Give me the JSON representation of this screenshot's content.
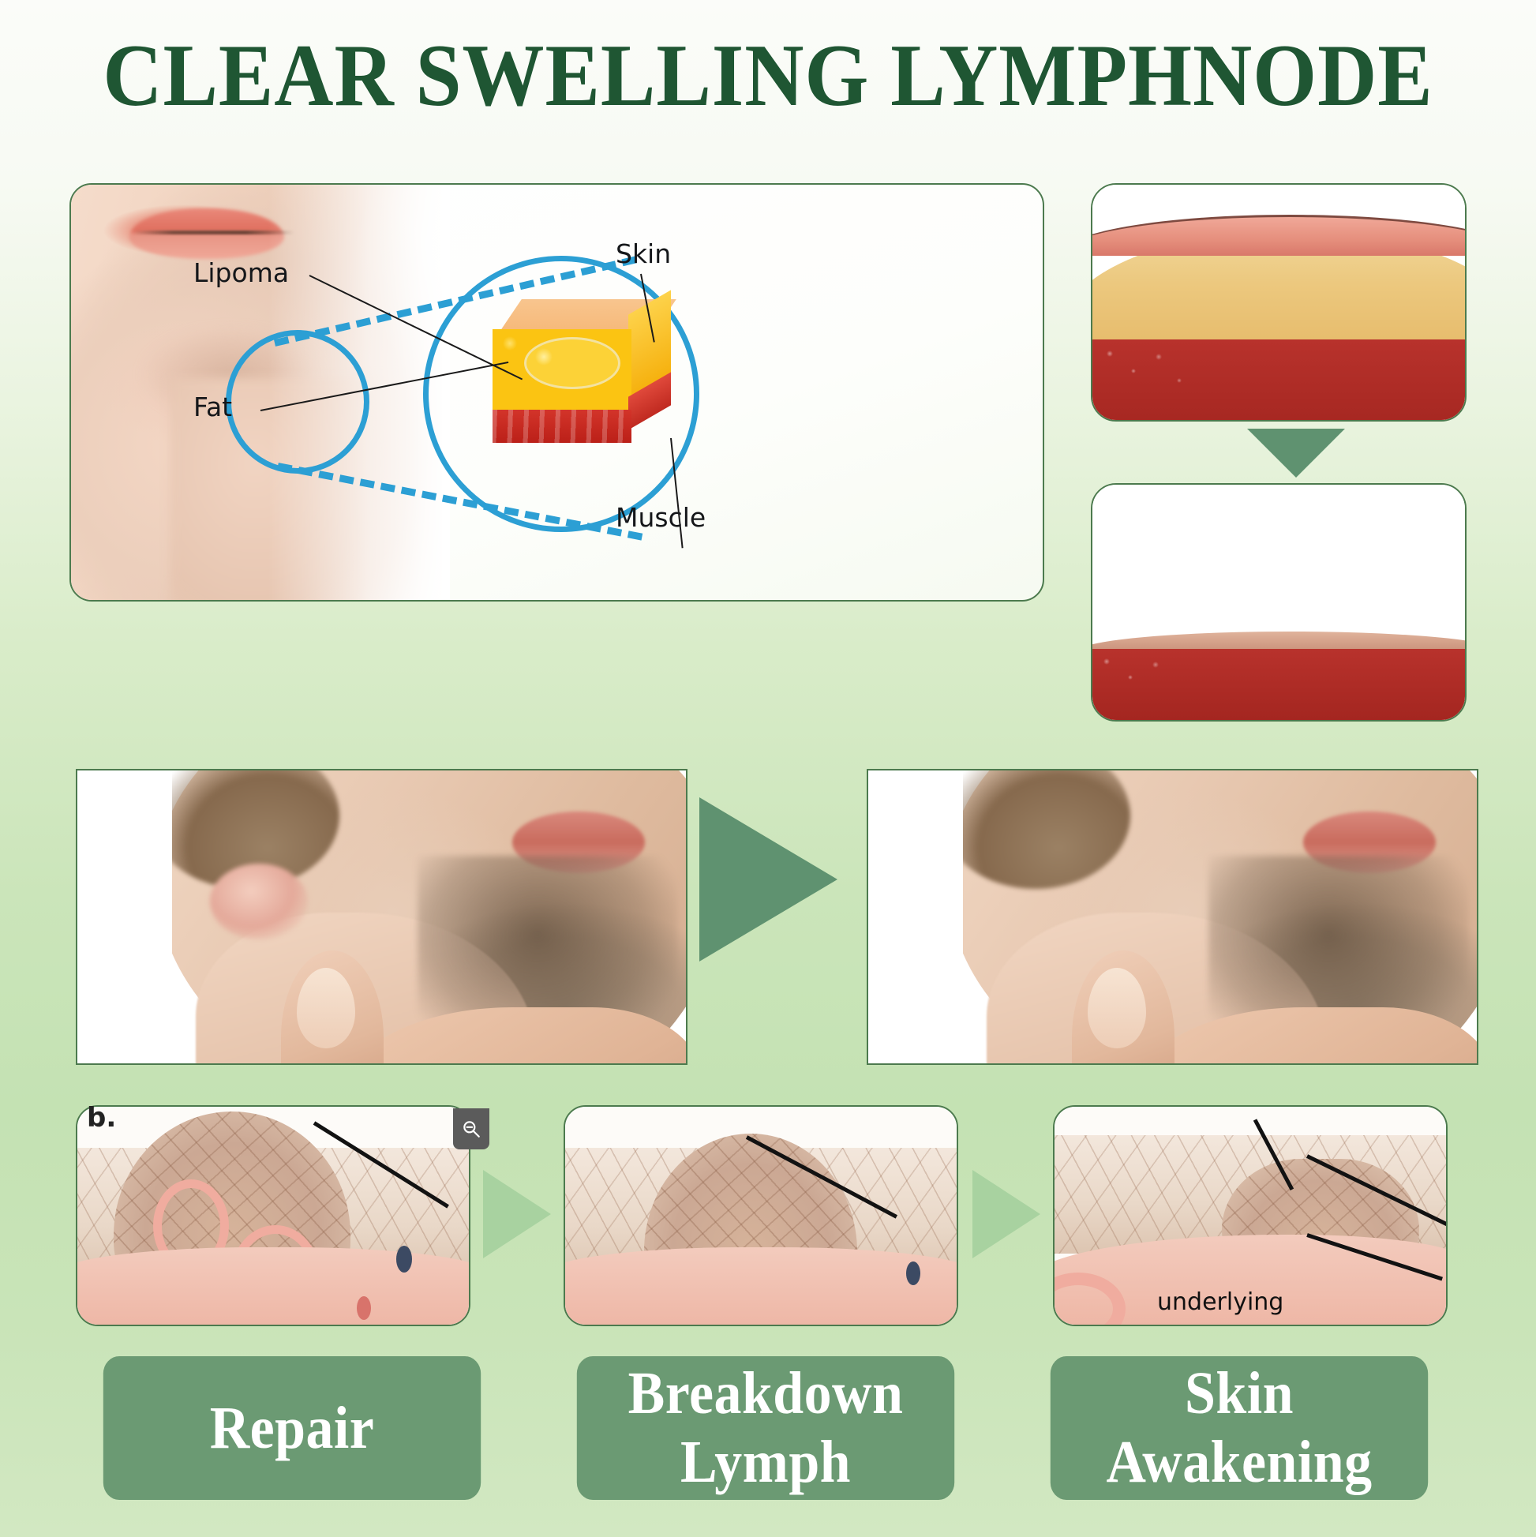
{
  "header": {
    "title": "CLEAR SWELLING LYMPHNODE"
  },
  "lipoma_panel": {
    "labels": {
      "lipoma": "Lipoma",
      "skin": "Skin",
      "fat": "Fat",
      "muscle": "Muscle"
    }
  },
  "cross_sections": {
    "before_label": "swollen-lipoma-cross-section",
    "after_label": "flattened-skin-cross-section"
  },
  "comparison": {
    "before_label": "before-swollen-lymph-node",
    "after_label": "after-reduced-lymph-node"
  },
  "skin_stages": {
    "corner_char": "b.",
    "underlying_label": "underlying",
    "zoom_icon": "magnifier-minus-icon"
  },
  "benefit_buttons": [
    {
      "label": "Repair"
    },
    {
      "label": "Breakdown\nLymph"
    },
    {
      "label": "Skin\nAwakening"
    }
  ],
  "colors": {
    "title_green": "#1f5633",
    "button_green": "#6b9a73",
    "arrow_green": "#5f9270",
    "arrow_light_green": "#a8d2a0",
    "panel_border": "#4c7a4e",
    "circle_blue": "#2c9fd4",
    "background_top": "#fbfcf9",
    "background_bottom": "#c4e2b3"
  }
}
